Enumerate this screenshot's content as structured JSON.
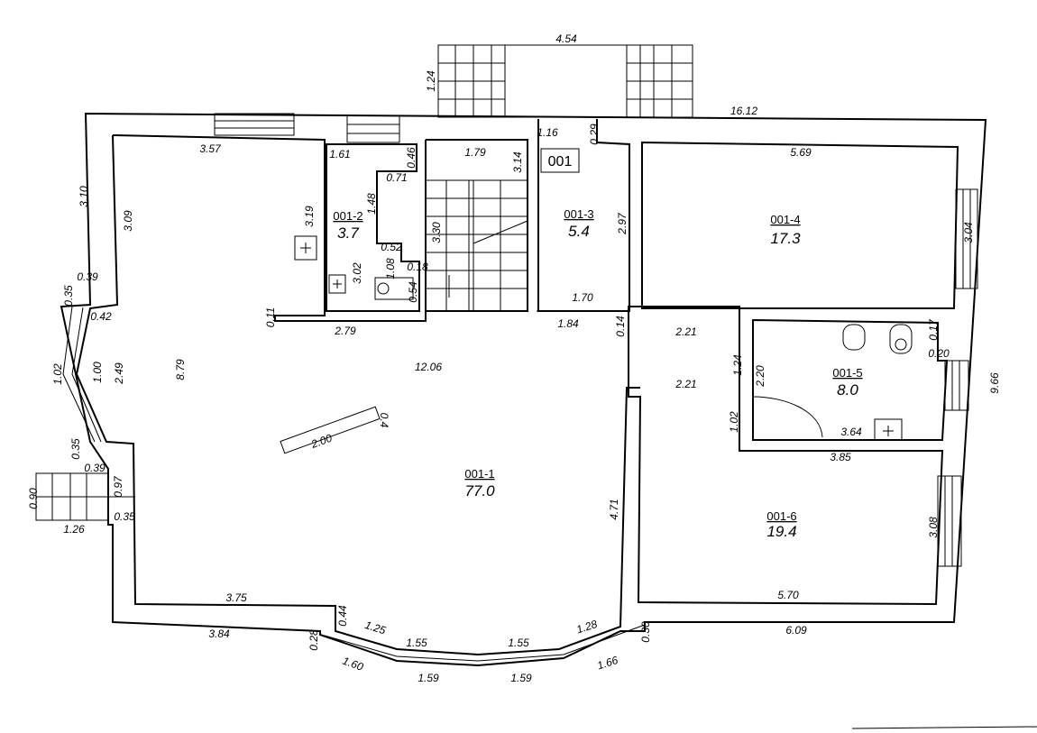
{
  "plan_number": "001",
  "rooms": [
    {
      "id": "001-1",
      "area": "77.0"
    },
    {
      "id": "001-2",
      "area": "3.7"
    },
    {
      "id": "001-3",
      "area": "5.4"
    },
    {
      "id": "001-4",
      "area": "17.3"
    },
    {
      "id": "001-5",
      "area": "8.0"
    },
    {
      "id": "001-6",
      "area": "19.4"
    }
  ],
  "dimensions": [
    "4.54",
    "1.24",
    "16.12",
    "3.57",
    "1.61",
    "0.46",
    "1.79",
    "3.14",
    "1.16",
    "0.29",
    "5.69",
    "3.10",
    "3.09",
    "0.71",
    "3.19",
    "1.48",
    "3.30",
    "2.97",
    "3.04",
    "0.52",
    "1.08",
    "0.18",
    "3.02",
    "0.54",
    "1.70",
    "0.39",
    "0.35",
    "0.42",
    "0.11",
    "2.79",
    "1.84",
    "0.14",
    "2.21",
    "0.17",
    "0.20",
    "1.24",
    "8.79",
    "12.06",
    "1.02",
    "1.00",
    "2.49",
    "2.20",
    "9.66",
    "2.21",
    "0.4",
    "1.02",
    "3.64",
    "2.00",
    "0.35",
    "3.85",
    "0.39",
    "0.97",
    "0.90",
    "4.71",
    "0.35",
    "1.26",
    "3.08",
    "3.75",
    "5.70",
    "0.44",
    "1.25",
    "1.28",
    "0.30",
    "6.09",
    "3.84",
    "0.28",
    "1.55",
    "1.55",
    "1.60",
    "1.66",
    "1.59",
    "1.59"
  ]
}
